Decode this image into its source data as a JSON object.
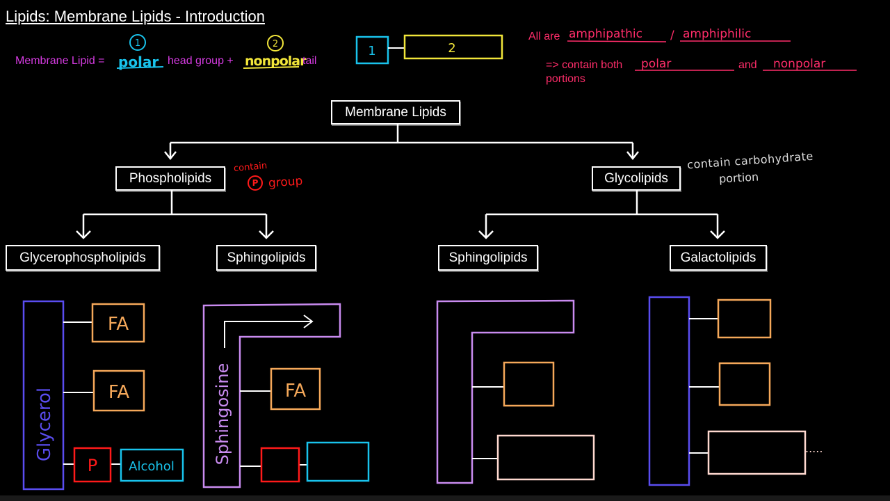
{
  "title": "Lipids: Membrane Lipids - Introduction",
  "formula": {
    "prefix": "Membrane Lipid =",
    "polar": "polar",
    "polar_num": "1",
    "head_group": "head group +",
    "nonpolar": "nonpolar",
    "nonpolar_num": "2",
    "tail": "tail"
  },
  "schematic": {
    "head_label": "1",
    "tail_label": "2"
  },
  "amphipathic": {
    "prefix": "All are",
    "word1": "amphipathic",
    "sep": "/",
    "word2": "amphiphilic",
    "contain": "=> contain both",
    "polar": "polar",
    "and": "and",
    "nonpolar": "nonpolar",
    "portions": "portions"
  },
  "tree": {
    "root": "Membrane Lipids",
    "phospholipids": "Phospholipids",
    "phospho_note_line1": "contain",
    "phospho_note_line2": "group",
    "phospho_note_symbol": "P",
    "glycolipids": "Glycolipids",
    "glyco_note_line1": "contain carbohydrate",
    "glyco_note_line2": "portion",
    "glycerophospholipids": "Glycerophospholipids",
    "sphingolipids_1": "Sphingolipids",
    "sphingolipids_2": "Sphingolipids",
    "galactolipids": "Galactolipids"
  },
  "structures": {
    "glycerol": "Glycerol",
    "fa1": "FA",
    "fa2": "FA",
    "p": "P",
    "alcohol": "Alcohol",
    "sphingosine": "Sphingosine",
    "fa3": "FA",
    "ellipsis": "....."
  },
  "colors": {
    "magenta": "#d63be2",
    "cyan": "#19c3ec",
    "yellow": "#f2e63a",
    "pink": "#ff2d6a",
    "red": "#ff1a1a",
    "orange": "#f5a85a",
    "purple_backbone": "#5a4df0",
    "lavender": "#c98bf0",
    "peach": "#ffd9d0"
  }
}
